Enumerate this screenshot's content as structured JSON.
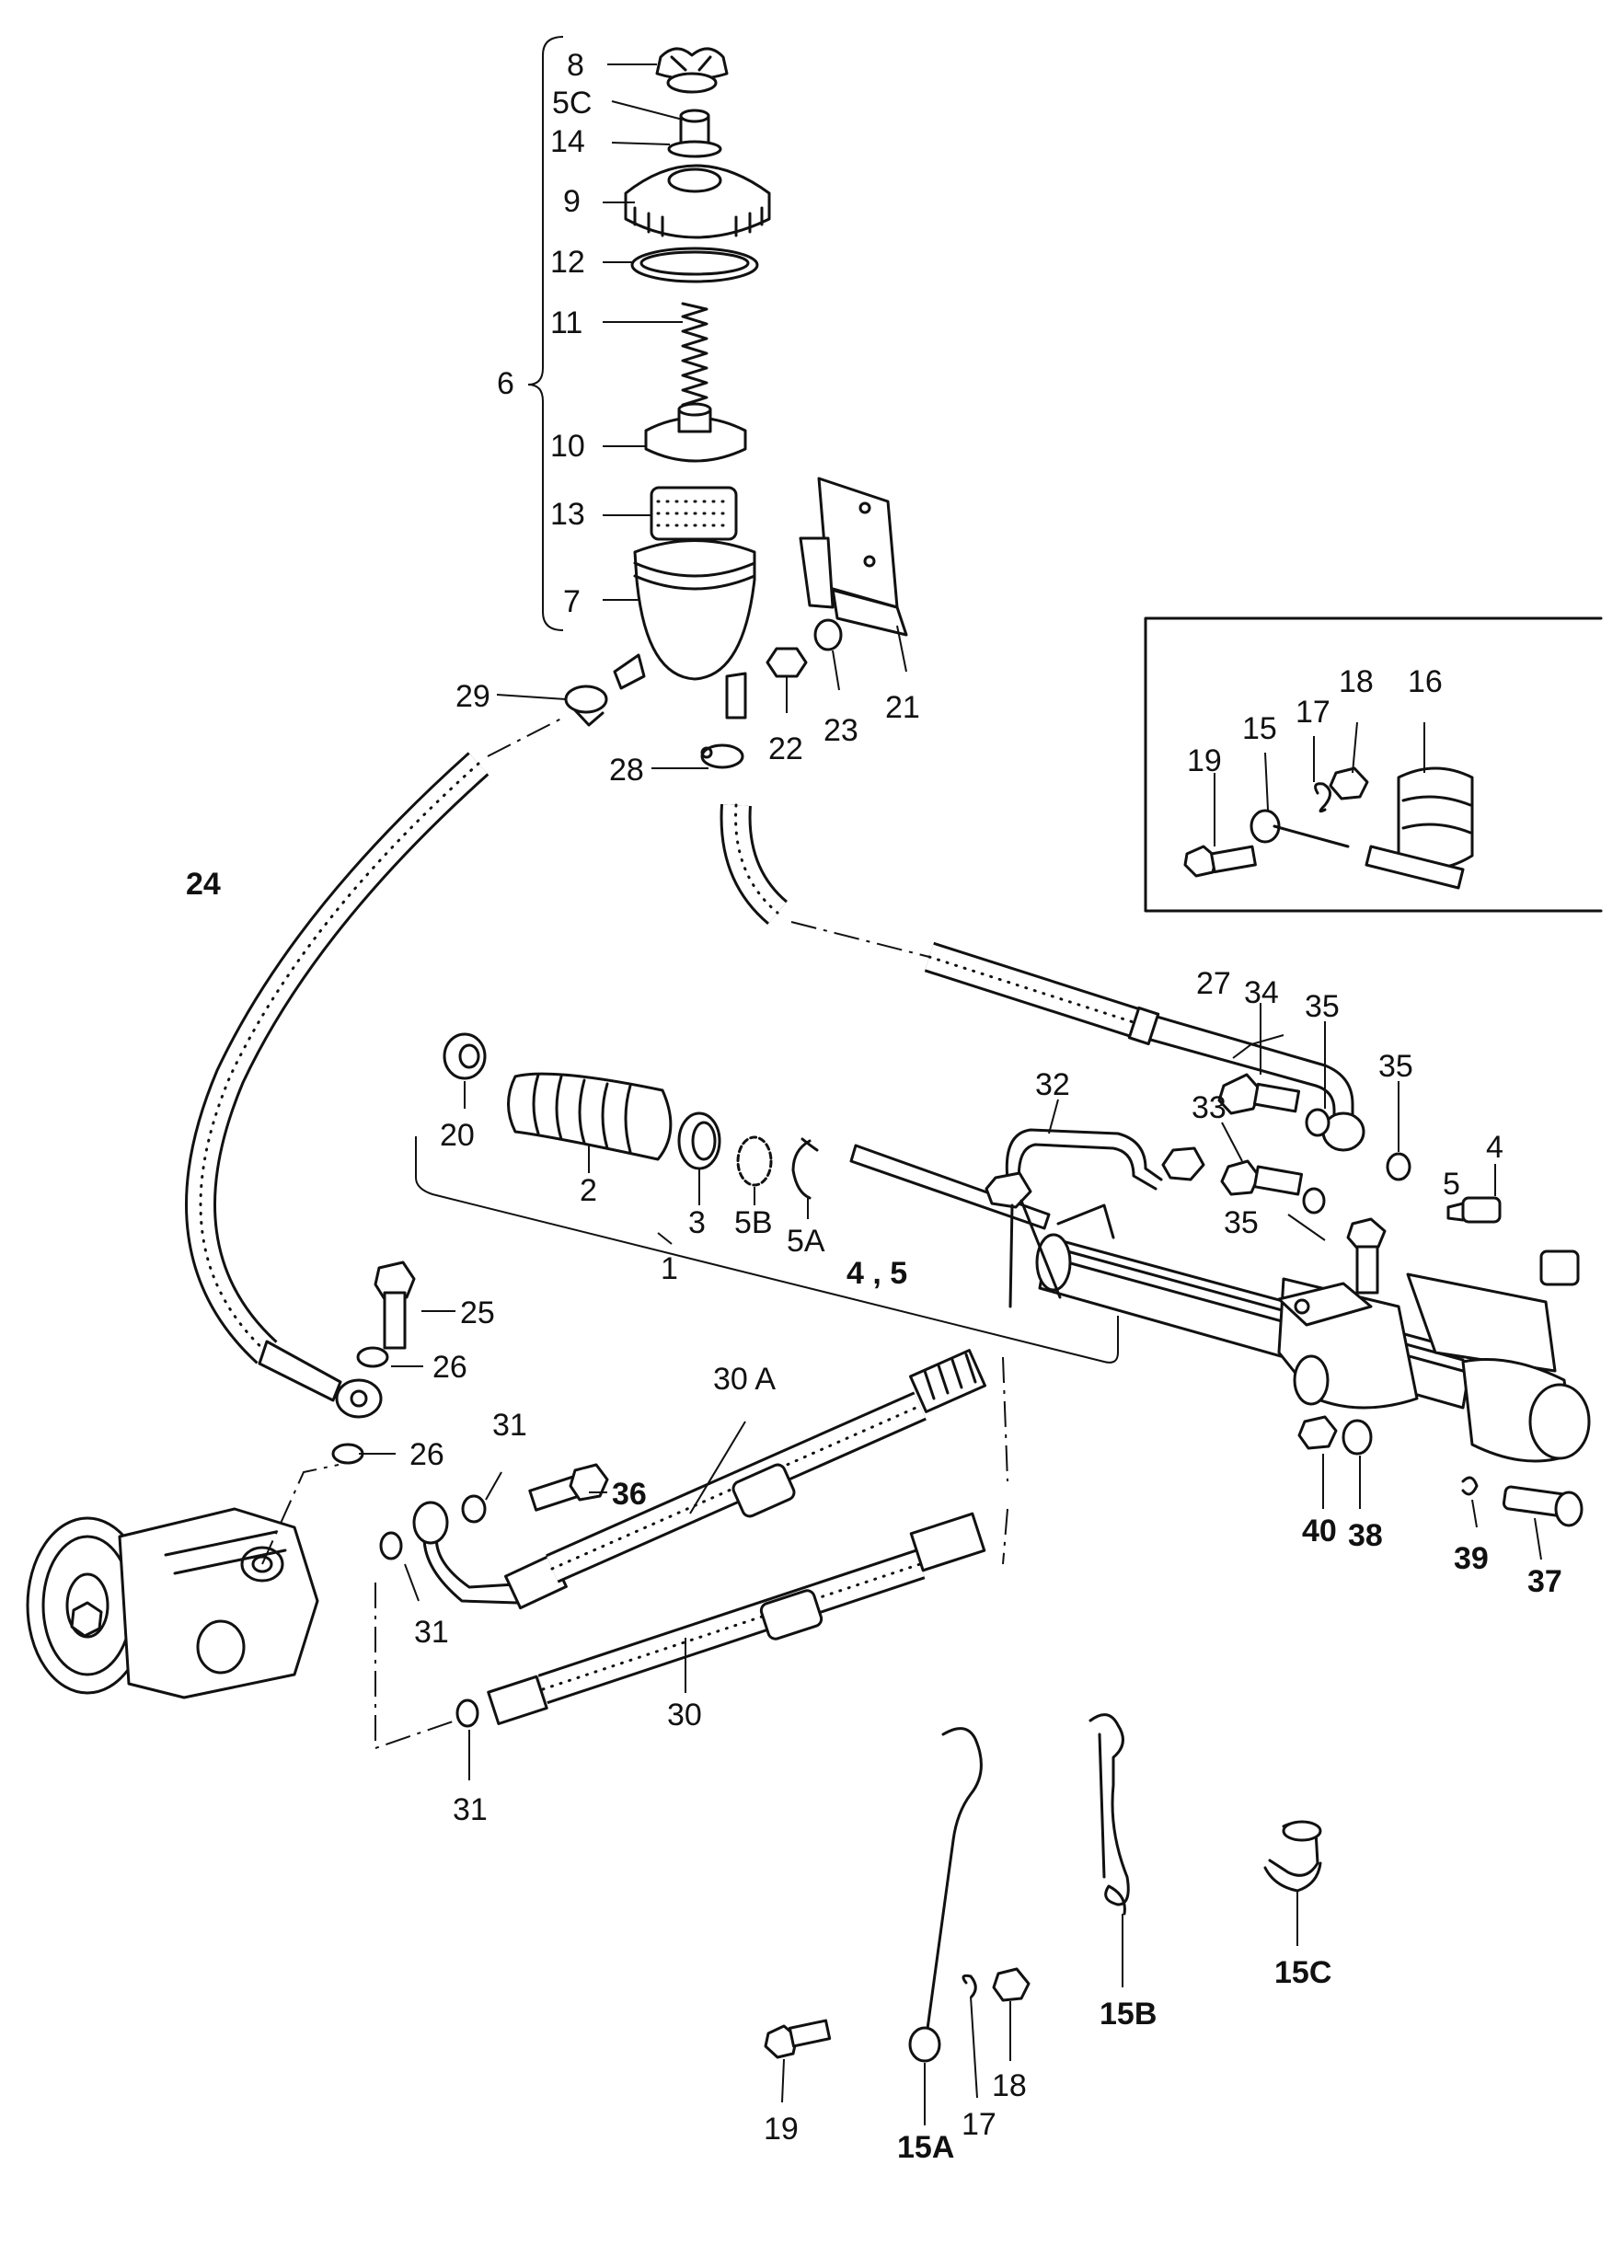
{
  "labels": {
    "l8": "8",
    "l5C": "5C",
    "l14": "14",
    "l9": "9",
    "l12": "12",
    "l11": "11",
    "l6": "6",
    "l10": "10",
    "l13": "13",
    "l7": "7",
    "l29": "29",
    "l28": "28",
    "l22": "22",
    "l23": "23",
    "l21": "21",
    "l24": "24",
    "i19": "19",
    "i15": "15",
    "i17": "17",
    "i18": "18",
    "i16": "16",
    "l27": "27",
    "l34": "34",
    "l35a": "35",
    "l35b": "35",
    "l20": "20",
    "l2": "2",
    "l3": "3",
    "l5B": "5B",
    "l5A": "5A",
    "l32": "32",
    "l33": "33",
    "l4a": "4",
    "l5a": "5",
    "l35c": "35",
    "l1": "1",
    "l45": "4 , 5",
    "l25": "25",
    "l26a": "26",
    "l26b": "26",
    "l30A": "30 A",
    "l31a": "31",
    "l36": "36",
    "l31b": "31",
    "l30": "30",
    "l31c": "31",
    "l40": "40",
    "l38": "38",
    "l39": "39",
    "l37": "37",
    "l15A": "15A",
    "l17b": "17",
    "l18b": "18",
    "l15B": "15B",
    "l15C": "15C",
    "l19b": "19"
  }
}
